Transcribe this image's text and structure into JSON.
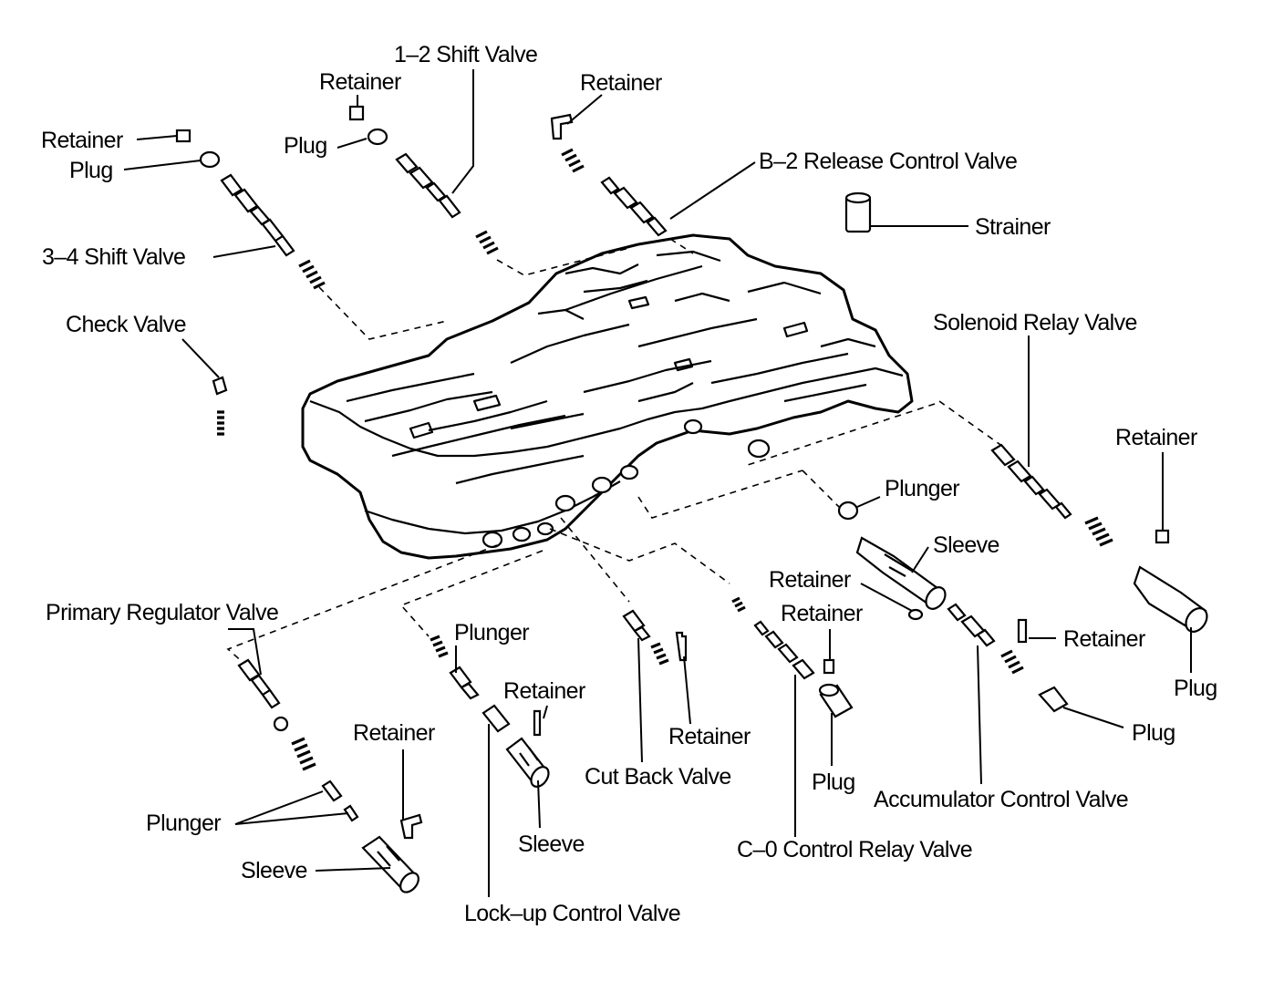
{
  "labels": {
    "shift_12_valve": "1–2 Shift Valve",
    "retainer_top": "Retainer",
    "plug_top": "Plug",
    "retainer_upper_right": "Retainer",
    "b2_release_control_valve": "B–2 Release Control Valve",
    "retainer_left": "Retainer",
    "plug_left": "Plug",
    "strainer": "Strainer",
    "shift_34_valve": "3–4 Shift Valve",
    "check_valve": "Check Valve",
    "solenoid_relay_valve": "Solenoid Relay Valve",
    "retainer_far_right": "Retainer",
    "plunger_mid": "Plunger",
    "sleeve_mid": "Sleeve",
    "retainer_mid_a": "Retainer",
    "retainer_mid_b": "Retainer",
    "primary_regulator_valve": "Primary Regulator Valve",
    "plunger_lower": "Plunger",
    "retainer_right_mid": "Retainer",
    "plug_far_right": "Plug",
    "retainer_lower_mid": "Retainer",
    "retainer_cutback": "Retainer",
    "plug_right": "Plug",
    "retainer_lower_left": "Retainer",
    "cut_back_valve": "Cut Back Valve",
    "plug_bottom": "Plug",
    "accumulator_control_valve": "Accumulator Control Valve",
    "plunger_bottom": "Plunger",
    "sleeve_lower": "Sleeve",
    "c0_control_relay_valve": "C–0 Control Relay Valve",
    "sleeve_bottom": "Sleeve",
    "lockup_control_valve": "Lock–up Control Valve"
  }
}
